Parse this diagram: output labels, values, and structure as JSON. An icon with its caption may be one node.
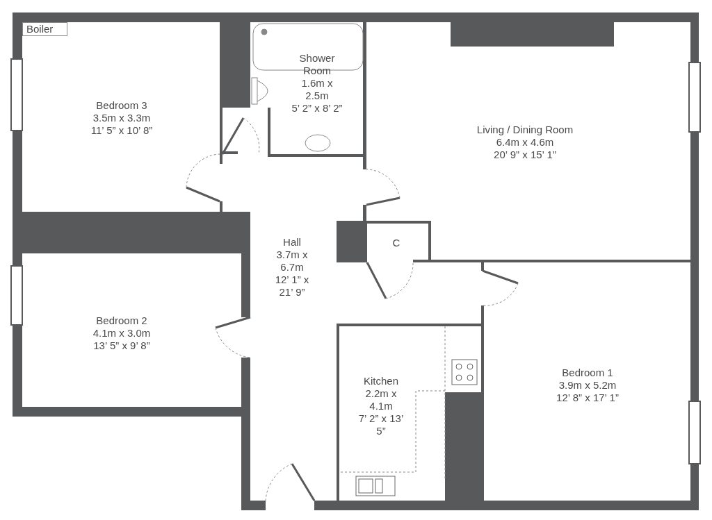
{
  "diagram": {
    "nodes": [
      {
        "text": [
          "Boiler"
        ]
      },
      {
        "text": [
          "Bedroom 3",
          "3.5m x 3.3m",
          "11’ 5” x 10’ 8”"
        ]
      },
      {
        "text": [
          "Shower Room",
          "1.6m x 2.5m",
          "5’ 2” x 8’ 2”"
        ]
      },
      {
        "text": [
          "Living / Dining Room",
          "6.4m x 4.6m",
          "20’ 9” x 15’ 1”"
        ]
      },
      {
        "text": [
          "Hall",
          "3.7m x 6.7m",
          "12’ 1” x 21’ 9”"
        ]
      },
      {
        "text": [
          "C"
        ]
      },
      {
        "text": [
          "Bedroom 2",
          "4.1m x 3.0m",
          "13’ 5” x 9’ 8”"
        ]
      },
      {
        "text": [
          "Kitchen",
          "2.2m x 4.1m",
          "7’ 2” x 13’ 5”"
        ]
      },
      {
        "text": [
          "Bedroom 1",
          "3.9m x 5.2m",
          "12’ 8” x 17’ 1”"
        ]
      }
    ]
  }
}
